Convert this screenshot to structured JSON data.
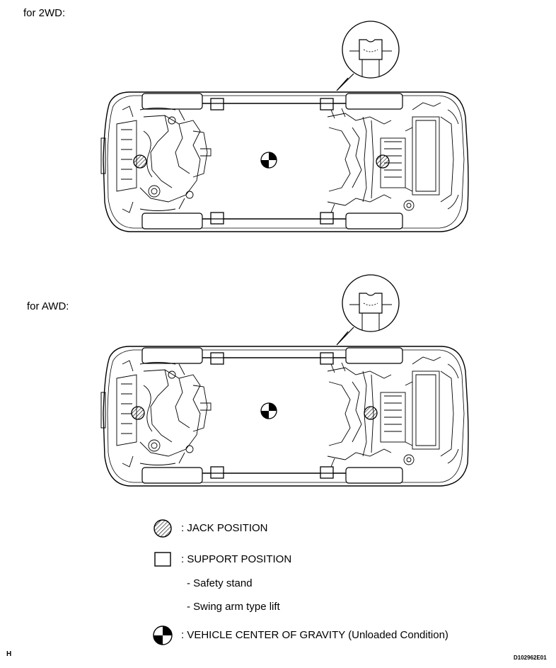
{
  "sections": {
    "twowd_label": "for 2WD:",
    "awd_label": "for AWD:"
  },
  "legend": {
    "jack": ": JACK POSITION",
    "support": ": SUPPORT POSITION",
    "safety_stand": "- Safety stand",
    "swing_arm": "- Swing arm type lift",
    "cog": ": VEHICLE CENTER OF GRAVITY (Unloaded Condition)"
  },
  "footer": {
    "left_mark": "H",
    "figure_code": "D102962E01"
  },
  "icons": {
    "jack": "hatched-circle-icon",
    "support": "square-icon",
    "cog": "quartered-circle-icon"
  }
}
